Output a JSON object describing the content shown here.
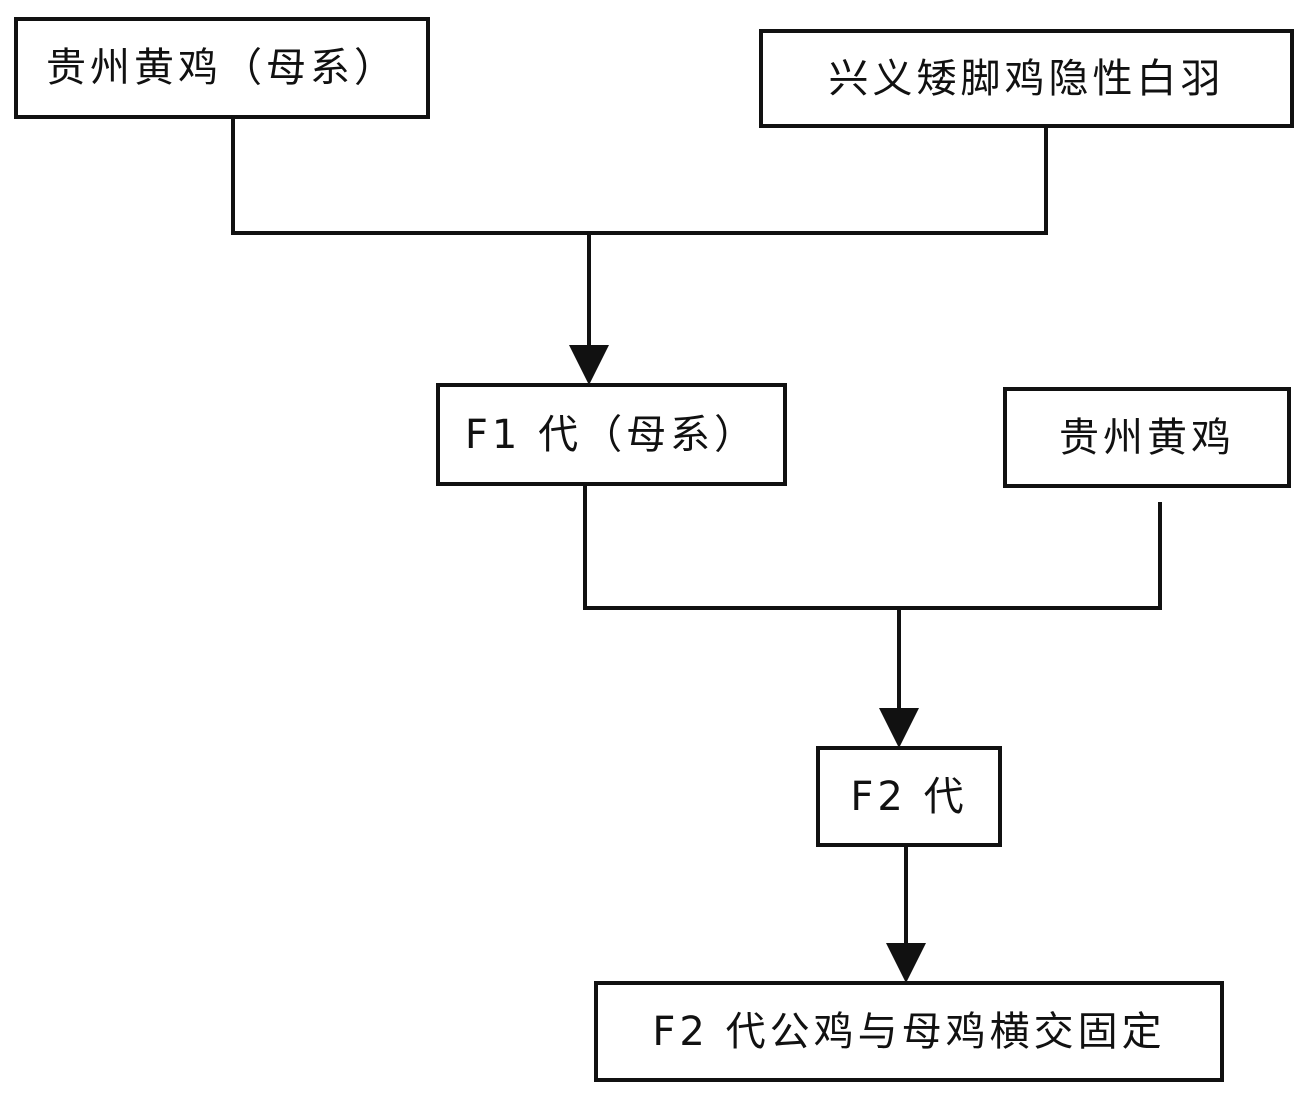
{
  "diagram": {
    "nodes": [
      {
        "id": "n1",
        "label": "贵州黄鸡（母系）"
      },
      {
        "id": "n2",
        "label": "兴义矮脚鸡隐性白羽"
      },
      {
        "id": "n3",
        "label": "F1 代（母系）"
      },
      {
        "id": "n4",
        "label": "贵州黄鸡"
      },
      {
        "id": "n5",
        "label": "F2 代"
      },
      {
        "id": "n6",
        "label": "F2 代公鸡与母鸡横交固定"
      }
    ],
    "edges": [
      {
        "from": [
          "n1",
          "n2"
        ],
        "to": "n3"
      },
      {
        "from": [
          "n3",
          "n4"
        ],
        "to": "n5"
      },
      {
        "from": [
          "n5"
        ],
        "to": "n6"
      }
    ],
    "colors": {
      "stroke": "#111111",
      "background": "#ffffff"
    }
  }
}
